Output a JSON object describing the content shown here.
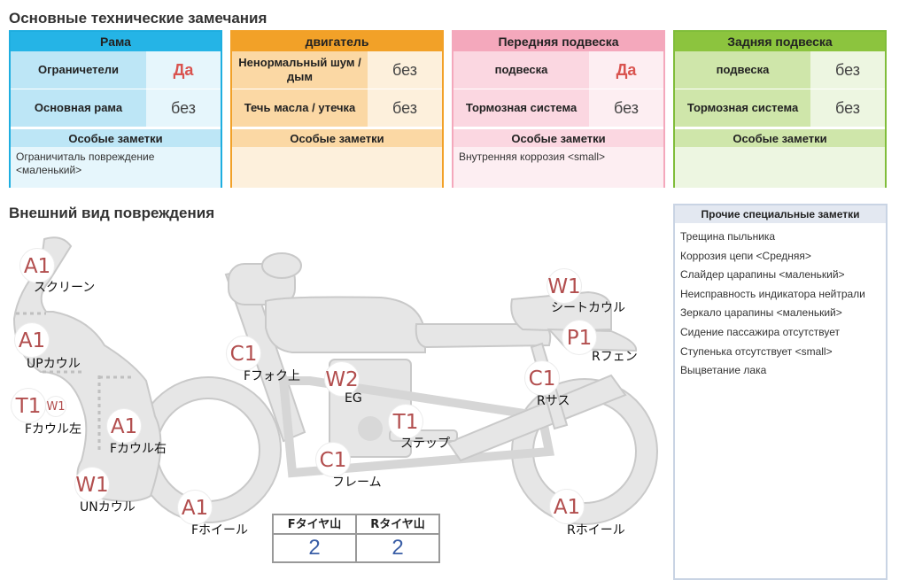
{
  "main_title": "Основные технические замечания",
  "cards": [
    {
      "title": "Рама",
      "rows": [
        {
          "label": "Ограничетели",
          "value": "Да"
        },
        {
          "label": "Основная рама",
          "value": "без"
        }
      ],
      "notes_title": "Особые заметки",
      "notes": "Ограничиталь повреждение <маленький>"
    },
    {
      "title": "двигатель",
      "rows": [
        {
          "label": "Ненормальный шум / дым",
          "value": "без"
        },
        {
          "label": "Течь масла / утечка",
          "value": "без"
        }
      ],
      "notes_title": "Особые заметки",
      "notes": ""
    },
    {
      "title": "Передняя подвеска",
      "rows": [
        {
          "label": "подвеска",
          "value": "Да"
        },
        {
          "label": "Тормозная система",
          "value": "без"
        }
      ],
      "notes_title": "Особые заметки",
      "notes": "Внутренняя коррозия <small>"
    },
    {
      "title": "Задняя подвеска",
      "rows": [
        {
          "label": "подвеска",
          "value": "без"
        },
        {
          "label": "Тормозная система",
          "value": "без"
        }
      ],
      "notes_title": "Особые заметки",
      "notes": ""
    }
  ],
  "damage_title": "Внешний вид повреждения",
  "other_notes": {
    "title": "Прочие специальные заметки",
    "items": [
      "Трещина пыльника",
      "Коррозия цепи <Средняя>",
      "Слайдер царапины <маленький>",
      "Неисправность индикатора нейтрали",
      "Зеркало царапины <маленький>",
      "Сидение пассажира отсутствует",
      "Ступенька отсутствует <small>",
      "Выцветание лака"
    ]
  },
  "damage_marks": {
    "screen_code": "A1",
    "screen_label": "スクリーン",
    "upcowl_code": "A1",
    "upcowl_label": "UPカウル",
    "fcowl_left_code": "T1",
    "fcowl_left_code2": "W1",
    "fcowl_left_label": "Fカウル左",
    "fcowl_right_code": "A1",
    "fcowl_right_label": "Fカウル右",
    "uncowl_code": "W1",
    "uncowl_label": "UNカウル",
    "fwheel_code": "A1",
    "fwheel_label": "Fホイール",
    "ffork_code": "C1",
    "ffork_label": "Fフォク上",
    "eg_code": "W2",
    "eg_label": "EG",
    "step_code": "T1",
    "step_label": "ステップ",
    "frame_code": "C1",
    "frame_label": "フレーム",
    "seatcowl_code": "W1",
    "seatcowl_label": "シートカウル",
    "rfender_code": "P1",
    "rfender_label": "Rフェン",
    "rsus_code": "C1",
    "rsus_label": "Rサス",
    "rwheel_code": "A1",
    "rwheel_label": "Rホイール"
  },
  "tyres": {
    "front_label": "Fタイヤ山",
    "front_value": "2",
    "rear_label": "Rタイヤ山",
    "rear_value": "2"
  }
}
